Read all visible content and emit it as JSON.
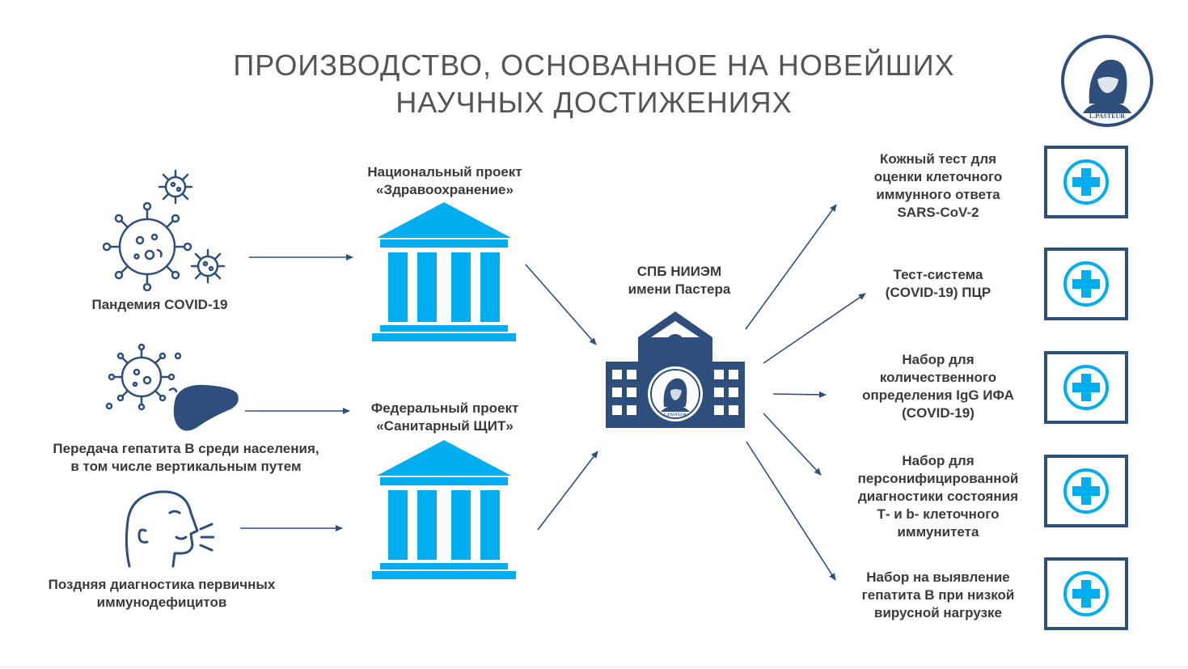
{
  "title": {
    "line1": "ПРОИЗВОДСТВО, ОСНОВАННОЕ НА НОВЕЙШИХ",
    "line2": "НАУЧНЫХ ДОСТИЖЕНИЯХ"
  },
  "logo": {
    "text": "L.PASTEUR",
    "icon": "pasteur-portrait-logo"
  },
  "causes": [
    {
      "icon": "virus-icon",
      "line1": "Пандемия COVID-19",
      "line2": ""
    },
    {
      "icon": "liver-virus-icon",
      "line1": "Передача гепатита В среди населения,",
      "line2": "в том числе вертикальным путем"
    },
    {
      "icon": "coughing-person-icon",
      "line1": "Поздняя диагностика первичных",
      "line2": "иммунодефицитов"
    }
  ],
  "projects": [
    {
      "icon": "government-building-icon",
      "line1": "Национальный проект",
      "line2": "«Здравоохранение»"
    },
    {
      "icon": "government-building-icon",
      "line1": "Федеральный проект",
      "line2": "«Санитарный ЩИТ»"
    }
  ],
  "institute": {
    "icon": "institute-building-icon",
    "line1": "СПБ НИИЭМ",
    "line2": "имени Пастера",
    "badge_text": "L.PASTEUR"
  },
  "products": [
    {
      "lines": [
        "Кожный тест для",
        "оценки клеточного",
        "иммунного ответа",
        "SARS-CoV-2"
      ]
    },
    {
      "lines": [
        "Тест-система",
        "(COVID-19) ПЦР"
      ]
    },
    {
      "lines": [
        "Набор для",
        "количественного",
        "определения IgG ИФА",
        "(COVID-19)"
      ]
    },
    {
      "lines": [
        "Набор для",
        "персонифицированной",
        "диагностики состояния",
        "Т- и  b- клеточного",
        "иммунитета"
      ]
    },
    {
      "lines": [
        "Набор на выявление",
        "гепатита В при низкой",
        "вирусной нагрузке"
      ]
    }
  ],
  "colors": {
    "light_blue": "#00aeef",
    "dark_blue": "#2e4f7c",
    "arrow": "#2e4f7c",
    "text": "#3a3a3a",
    "title": "#555555"
  }
}
